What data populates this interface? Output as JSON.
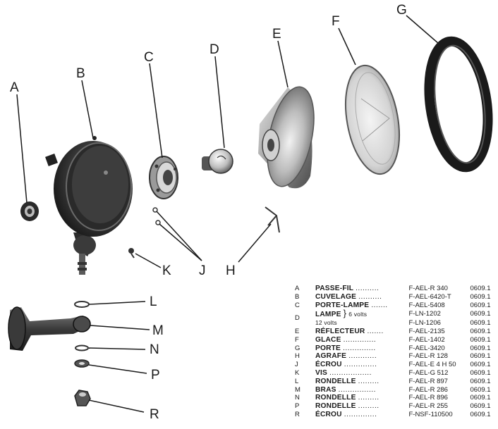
{
  "callouts": [
    "A",
    "B",
    "C",
    "D",
    "E",
    "F",
    "G",
    "H",
    "J",
    "K",
    "L",
    "M",
    "N",
    "P",
    "R"
  ],
  "parts": [
    {
      "letter": "A",
      "name": "PASSE-FIL",
      "dots": "..........",
      "ref": "F-AEL-R 340",
      "code": "0609.1"
    },
    {
      "letter": "B",
      "name": "CUVELAGE",
      "dots": "..........",
      "ref": "F-AEL-6420-T",
      "code": "0609.1"
    },
    {
      "letter": "C",
      "name": "PORTE-LAMPE",
      "dots": ".......",
      "ref": "F-AEL-5408",
      "code": "0609.1"
    },
    {
      "letter": "D",
      "name": "LAMPE",
      "volt_a": "6 volts",
      "ref_a": "F-LN-1202",
      "code_a": "0609.1",
      "volt_b": "12 volts",
      "ref_b": "F-LN-1206",
      "code_b": "0609.1"
    },
    {
      "letter": "E",
      "name": "RÉFLECTEUR",
      "dots": ".......",
      "ref": "F-AEL-2135",
      "code": "0609.1"
    },
    {
      "letter": "F",
      "name": "GLACE",
      "dots": "..............",
      "ref": "F-AEL-1402",
      "code": "0609.1"
    },
    {
      "letter": "G",
      "name": "PORTE",
      "dots": "..............",
      "ref": "F-AEL-3420",
      "code": "0609.1"
    },
    {
      "letter": "H",
      "name": "AGRAFE",
      "dots": "............",
      "ref": "F-AEL-R 128",
      "code": "0609.1"
    },
    {
      "letter": "J",
      "name": "ÉCROU",
      "dots": "..............",
      "ref": "F-AEL-E 4 H 50",
      "code": "0609.1"
    },
    {
      "letter": "K",
      "name": "VIS",
      "dots": "..................",
      "ref": "F-AEL-G 512",
      "code": "0609.1"
    },
    {
      "letter": "L",
      "name": "RONDELLE",
      "dots": ".........",
      "ref": "F-AEL-R 897",
      "code": "0609.1"
    },
    {
      "letter": "M",
      "name": "BRAS",
      "dots": "................",
      "ref": "F-AEL-R 286",
      "code": "0609.1"
    },
    {
      "letter": "N",
      "name": "RONDELLE",
      "dots": ".........",
      "ref": "F-AEL-R 896",
      "code": "0609.1"
    },
    {
      "letter": "P",
      "name": "RONDELLE",
      "dots": ".........",
      "ref": "F-AEL-R 255",
      "code": "0609.1"
    },
    {
      "letter": "R",
      "name": "ÉCROU",
      "dots": "..............",
      "ref": "F-NSF-110500",
      "code": "0609.1"
    }
  ]
}
